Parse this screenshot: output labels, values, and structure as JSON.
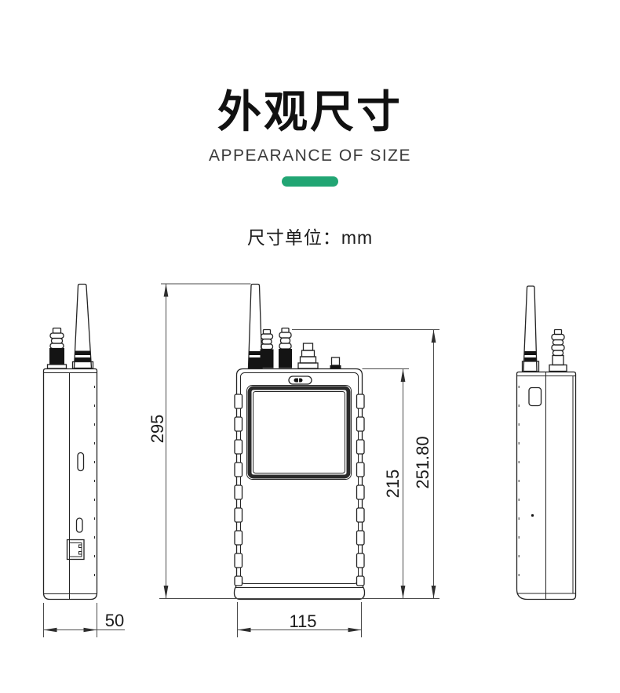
{
  "header": {
    "title": "外观尺寸",
    "subtitle": "APPEARANCE OF SIZE",
    "unit_label": "尺寸单位：mm",
    "accent_color": "#21a573"
  },
  "drawing": {
    "unit": "mm",
    "views": [
      "left-side-view",
      "front-view",
      "right-side-view"
    ],
    "dimensions": {
      "overall_height": "295",
      "side_width": "50",
      "front_width": "115",
      "body_height": "215",
      "connector_height": "251.80"
    }
  }
}
